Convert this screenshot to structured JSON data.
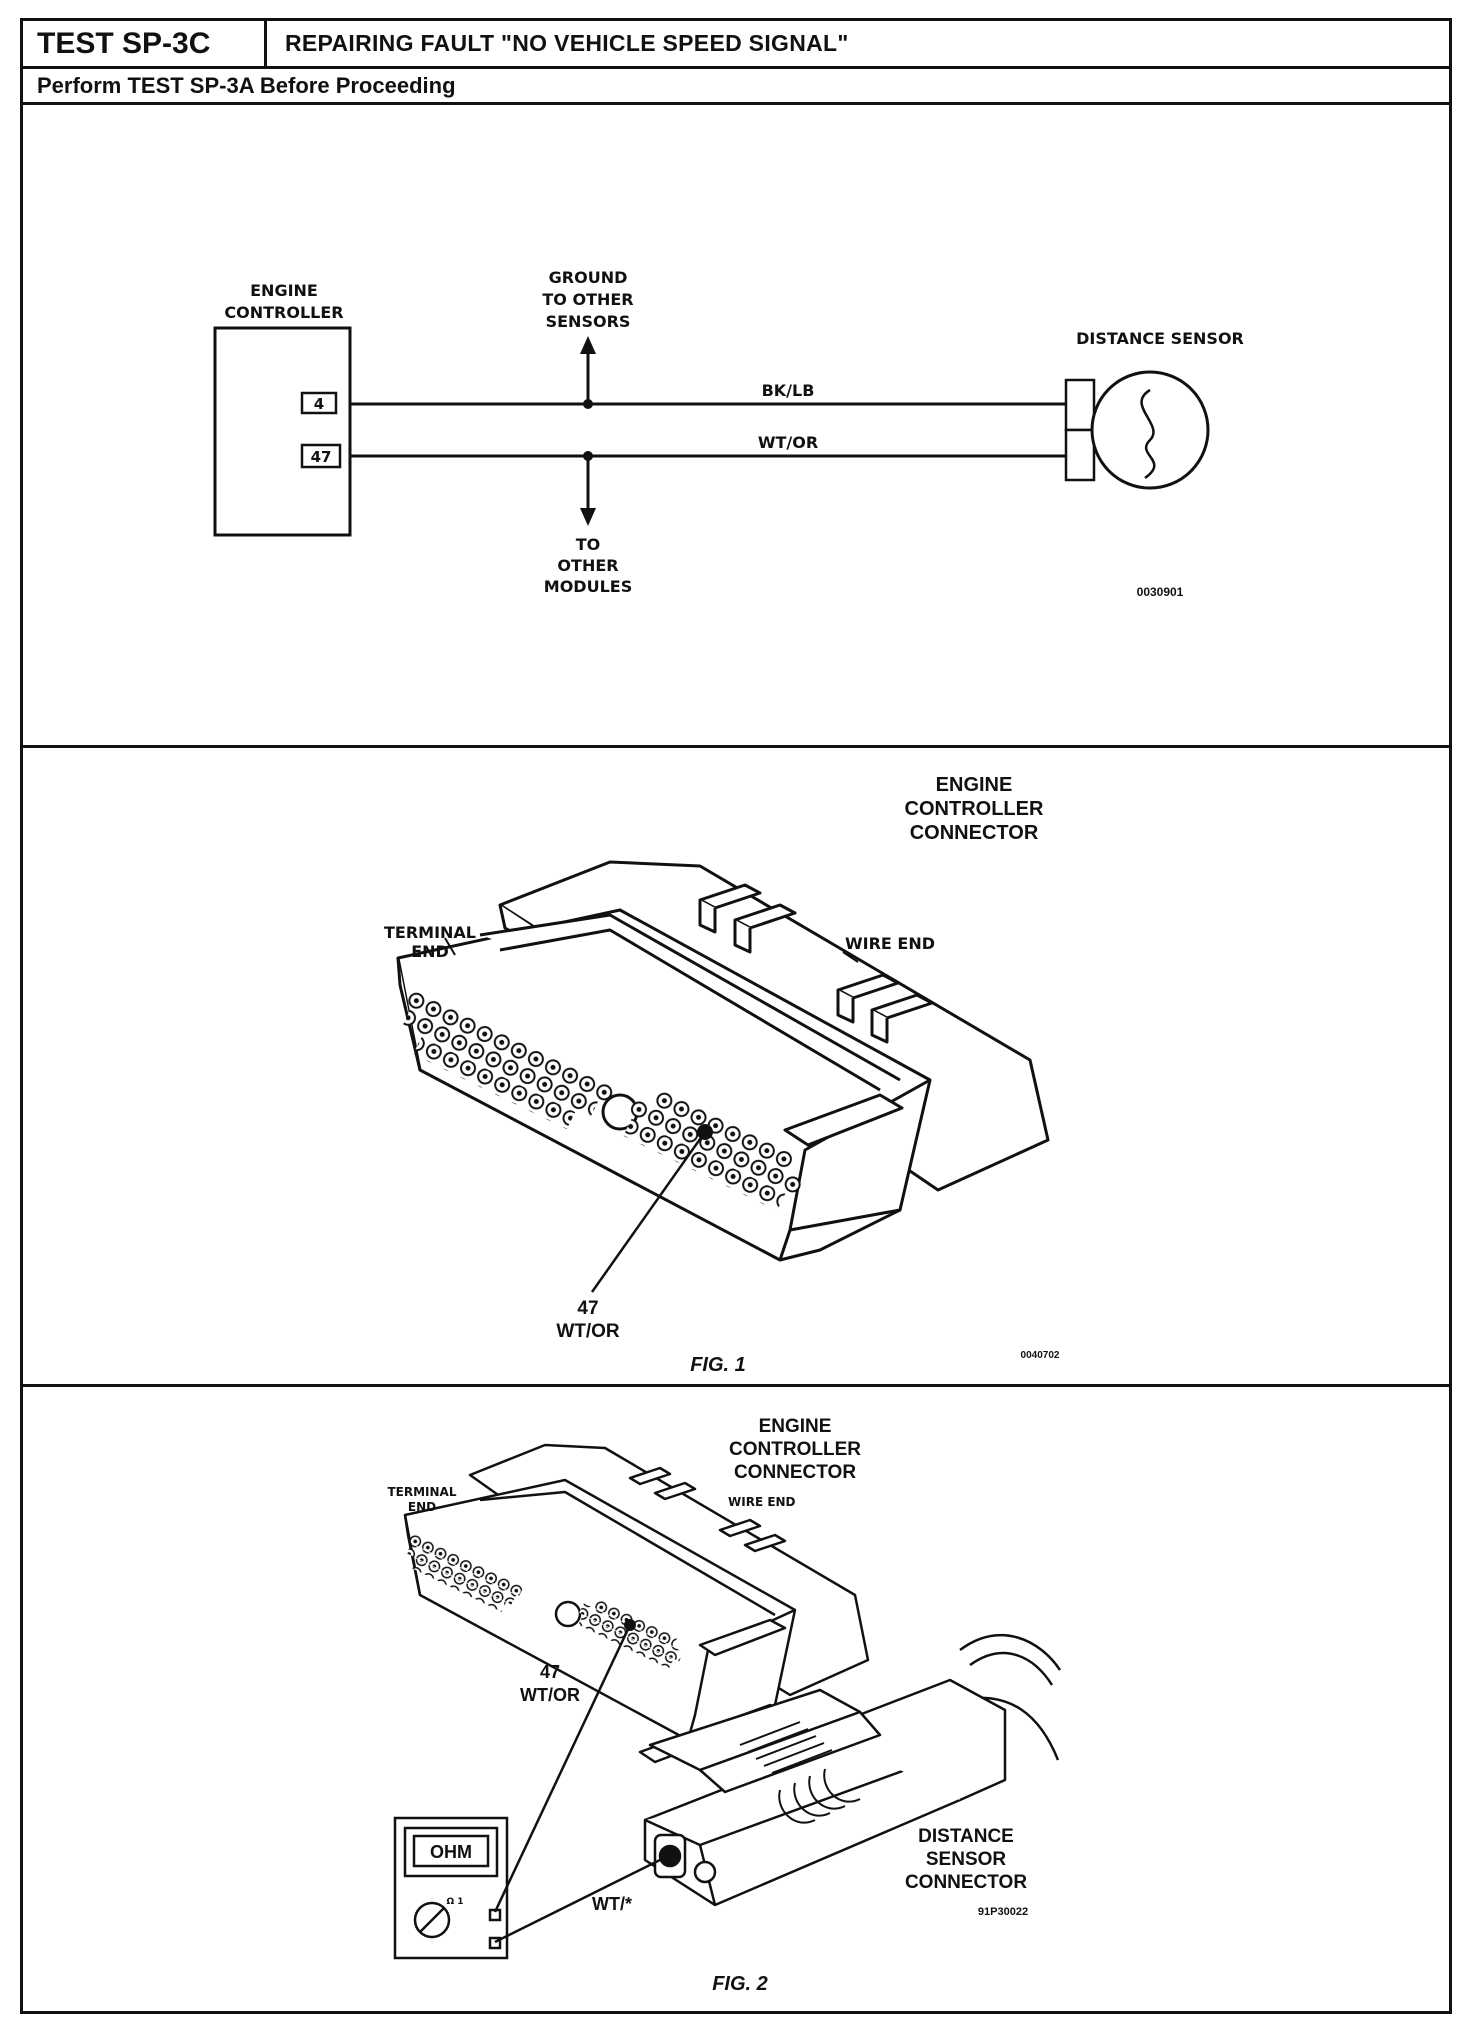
{
  "header": {
    "test_id": "TEST SP-3C",
    "title": "REPAIRING FAULT \"NO VEHICLE SPEED SIGNAL\"",
    "subtitle": "Perform TEST SP-3A Before Proceeding"
  },
  "schematic": {
    "engine_controller": [
      "ENGINE",
      "CONTROLLER"
    ],
    "pin_4": "4",
    "pin_47": "47",
    "ground_label": [
      "GROUND",
      "TO OTHER",
      "SENSORS"
    ],
    "modules_label": [
      "TO",
      "OTHER",
      "MODULES"
    ],
    "wire_1": "BK/LB",
    "wire_2": "WT/OR",
    "sensor_label": "DISTANCE SENSOR",
    "ref": "0030901"
  },
  "fig1": {
    "connector_label": [
      "ENGINE",
      "CONTROLLER",
      "CONNECTOR"
    ],
    "terminal_end": [
      "TERMINAL",
      "END"
    ],
    "wire_end": "WIRE END",
    "pin": [
      "47",
      "WT/OR"
    ],
    "ref": "0040702",
    "caption": "FIG. 1"
  },
  "fig2": {
    "connector_label": [
      "ENGINE",
      "CONTROLLER",
      "CONNECTOR"
    ],
    "terminal_end": [
      "TERMINAL",
      "END"
    ],
    "wire_end": "WIRE END",
    "pin": [
      "47",
      "WT/OR"
    ],
    "meter": "OHM",
    "meter_range": "Ω 1",
    "wire_label": "WT/*",
    "sensor_connector": [
      "DISTANCE",
      "SENSOR",
      "CONNECTOR"
    ],
    "ref": "91P30022",
    "caption": "FIG. 2"
  }
}
